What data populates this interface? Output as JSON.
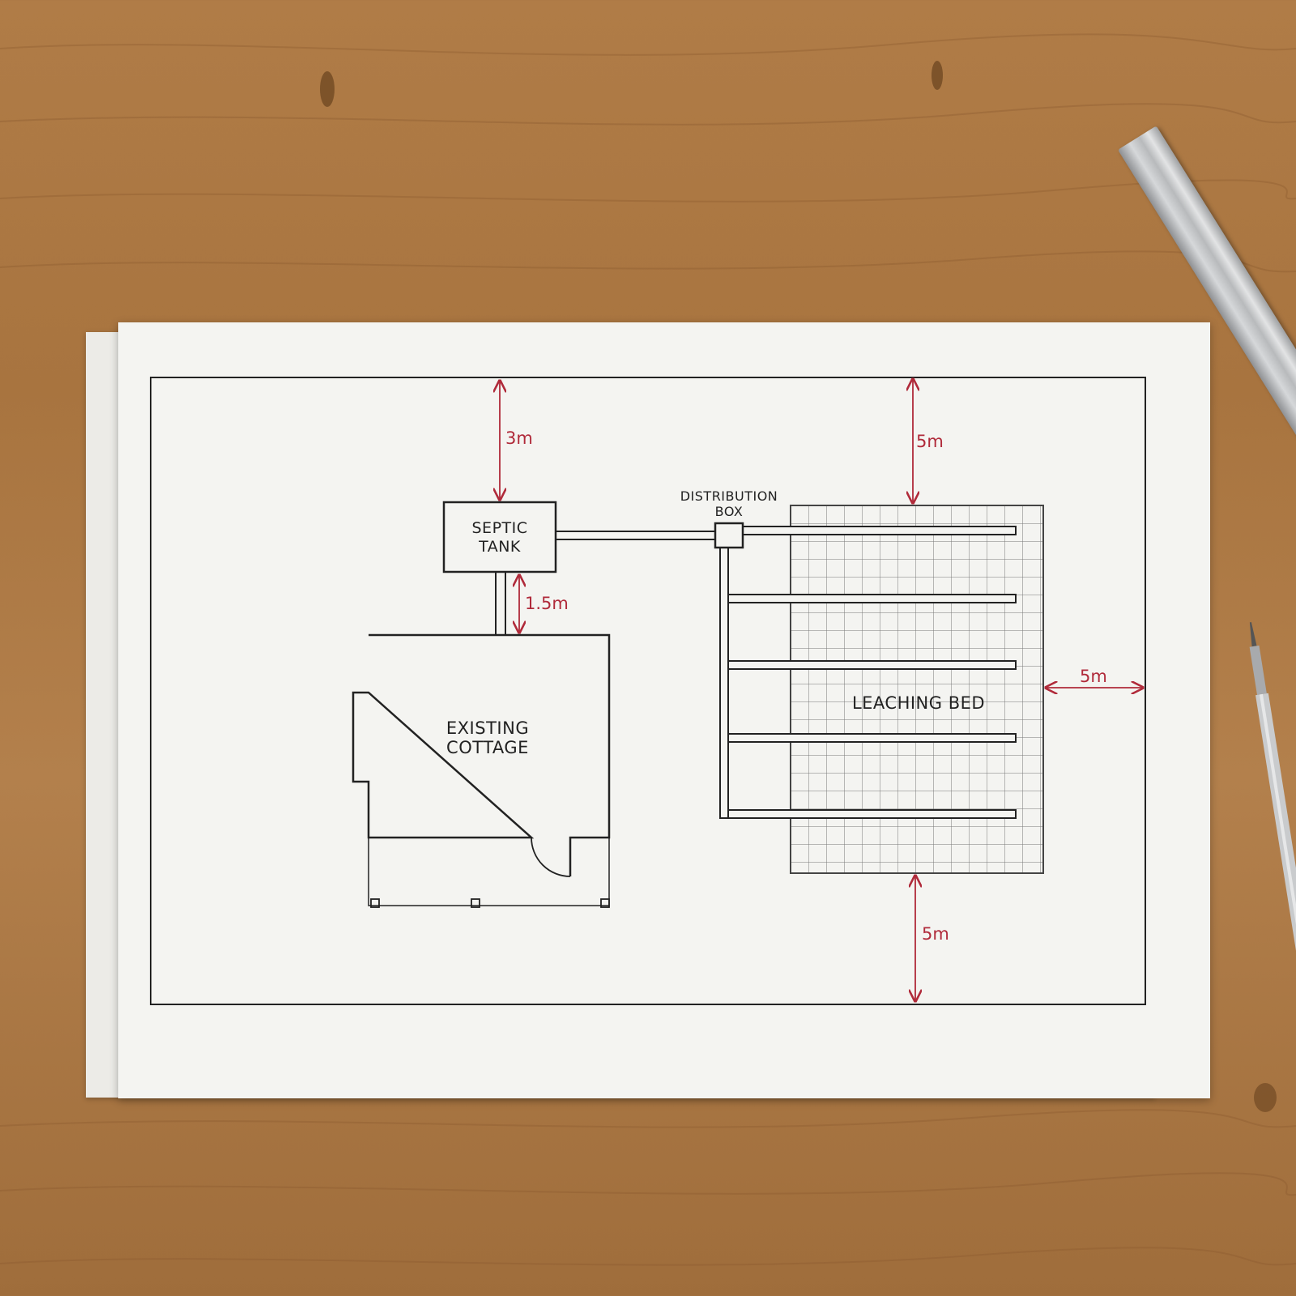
{
  "labels": {
    "septic_tank_line1": "SEPTIC",
    "septic_tank_line2": "TANK",
    "distribution_box_line1": "DISTRIBUTION",
    "distribution_box_line2": "BOX",
    "cottage_line1": "EXISTING",
    "cottage_line2": "COTTAGE",
    "leaching_bed": "LEACHING BED"
  },
  "dimensions": {
    "tank_to_boundary": "3m",
    "tank_to_cottage": "1.5m",
    "bed_to_top_boundary": "5m",
    "bed_to_right_boundary": "5m",
    "bed_to_bottom_boundary": "5m"
  },
  "colors": {
    "line": "#222222",
    "dimension": "#b02a3a",
    "paper": "#f4f4f1"
  }
}
